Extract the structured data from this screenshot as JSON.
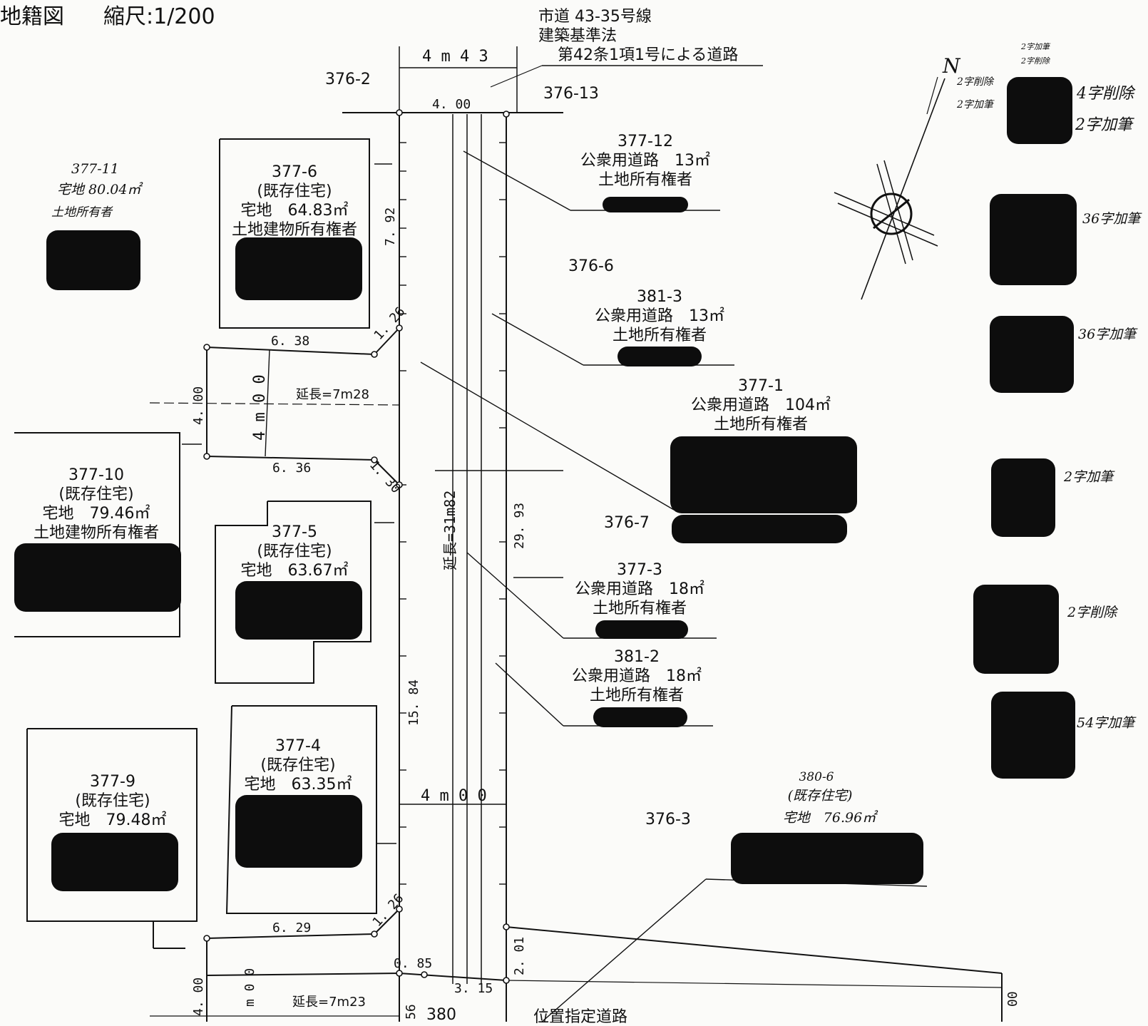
{
  "header": {
    "title": "地籍図",
    "scale": "縮尺:1/200"
  },
  "road_info": {
    "line1": "市道 43-35号線",
    "line2": "建築基準法",
    "line3": "第42条1項1号による道路"
  },
  "dims": {
    "top_width": "4 m 4 3",
    "top_chord": "4. 00",
    "mid_width": "4 m 0 0",
    "left_a": "7. 92",
    "left_b": "1. 26",
    "left_c": "6. 38",
    "left_d": "4 m 0 0",
    "left_e": "4. 00",
    "ext_a": "延長=7m28",
    "left_f": "6. 36",
    "left_g": "1. 30",
    "total_ext": "延長=31m82",
    "right_a": "29. 93",
    "left_h": "15. 84",
    "left_i": "1. 26",
    "left_j": "6. 29",
    "bottom_a": "0. 85",
    "bottom_b": "3. 15",
    "bottom_c": "2. 01",
    "left_k": "4. 00",
    "left_l": "m 0 0",
    "ext_b": "延長=7m23",
    "bottom_d": "56",
    "bottom_e": "380",
    "bottom_f": "00"
  },
  "lot_labels": {
    "l376_2": "376-2",
    "l376_13": "376-13",
    "l376_6": "376-6",
    "l376_7": "376-7",
    "l376_3": "376-3"
  },
  "parcels": {
    "p377_12": {
      "no": "377-12",
      "use": "公衆用道路　13㎡",
      "owner": "土地所有権者"
    },
    "p381_3": {
      "no": "381-3",
      "use": "公衆用道路　13㎡",
      "owner": "土地所有権者"
    },
    "p377_1": {
      "no": "377-1",
      "use": "公衆用道路　104㎡",
      "owner": "土地所有権者"
    },
    "p377_3": {
      "no": "377-3",
      "use": "公衆用道路　18㎡",
      "owner": "土地所有権者"
    },
    "p381_2": {
      "no": "381-2",
      "use": "公衆用道路　18㎡",
      "owner": "土地所有権者"
    },
    "p377_6": {
      "no": "377-6",
      "kind": "(既存住宅)",
      "use": "宅地　64.83㎡",
      "owner": "土地建物所有権者"
    },
    "p377_10": {
      "no": "377-10",
      "kind": "(既存住宅)",
      "use": "宅地　79.46㎡",
      "owner": "土地建物所有権者"
    },
    "p377_5": {
      "no": "377-5",
      "kind": "(既存住宅)",
      "use": "宅地　63.67㎡"
    },
    "p377_4": {
      "no": "377-4",
      "kind": "(既存住宅)",
      "use": "宅地　63.35㎡"
    },
    "p377_9": {
      "no": "377-9",
      "kind": "(既存住宅)",
      "use": "宅地　79.48㎡"
    }
  },
  "handwritten": {
    "h377_11": {
      "no": "377-11",
      "use": "宅地 80.04㎡",
      "owner": "土地所有者"
    },
    "h380_6": {
      "no": "380-6",
      "kind": "(既存住宅)",
      "use": "宅地　76.96㎡"
    },
    "north": "N",
    "r1a": "2字加筆",
    "r1b": "2字削除",
    "r1c": "2字削除",
    "r1d": "2字加筆",
    "r1e": "4字削除",
    "r1f": "2字加筆",
    "r2": "36字加筆",
    "r3": "36字加筆",
    "r4": "2字加筆",
    "r5": "2字削除",
    "r6": "54字加筆"
  },
  "bottom_road": "位置指定道路",
  "colors": {
    "ink": "#111111",
    "paper": "#fbfbf9",
    "redaction": "#0d0d0d"
  }
}
